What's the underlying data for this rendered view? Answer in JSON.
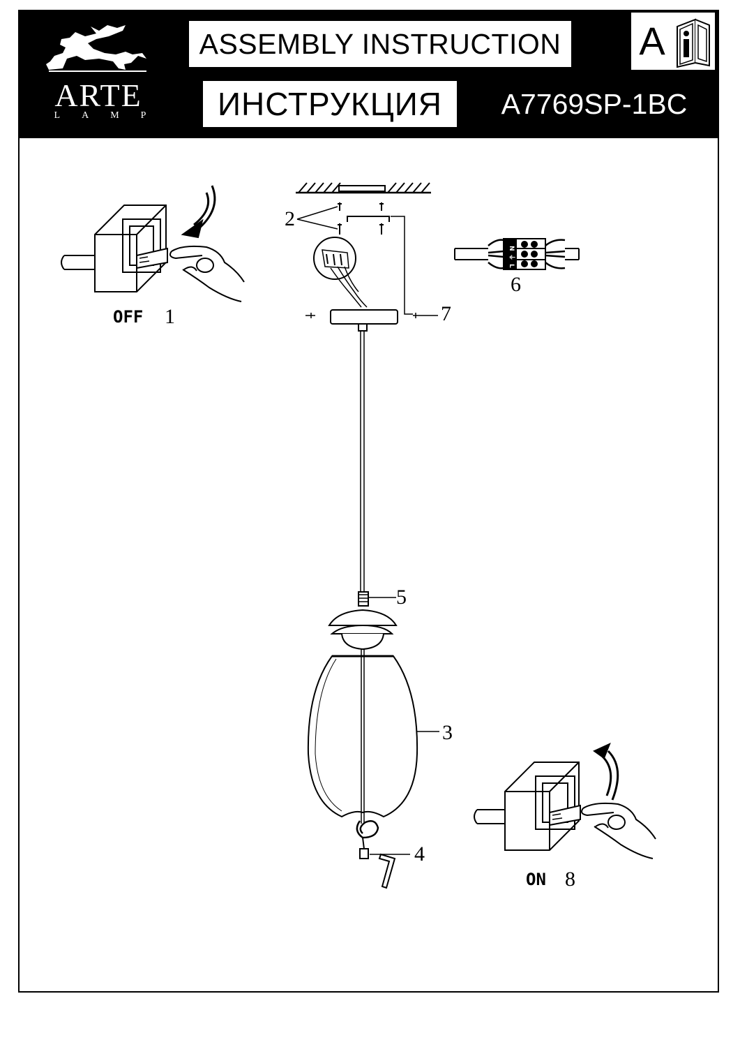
{
  "brand": {
    "name": "ARTE",
    "sub": "LAMP"
  },
  "header": {
    "title_en": "ASSEMBLY  INSTRUCTION",
    "title_ru": "ИНСТРУКЦИЯ",
    "model": "A7769SP-1BC",
    "info_letter": "A",
    "info_icon": "manual-info-icon"
  },
  "steps": {
    "off": {
      "word": "OFF",
      "number": "1"
    },
    "on": {
      "word": "ON",
      "number": "8"
    }
  },
  "parts": {
    "screws": "2",
    "shade": "3",
    "key": "4",
    "nut": "5",
    "terminal": "6",
    "side_screws": "7"
  }
}
